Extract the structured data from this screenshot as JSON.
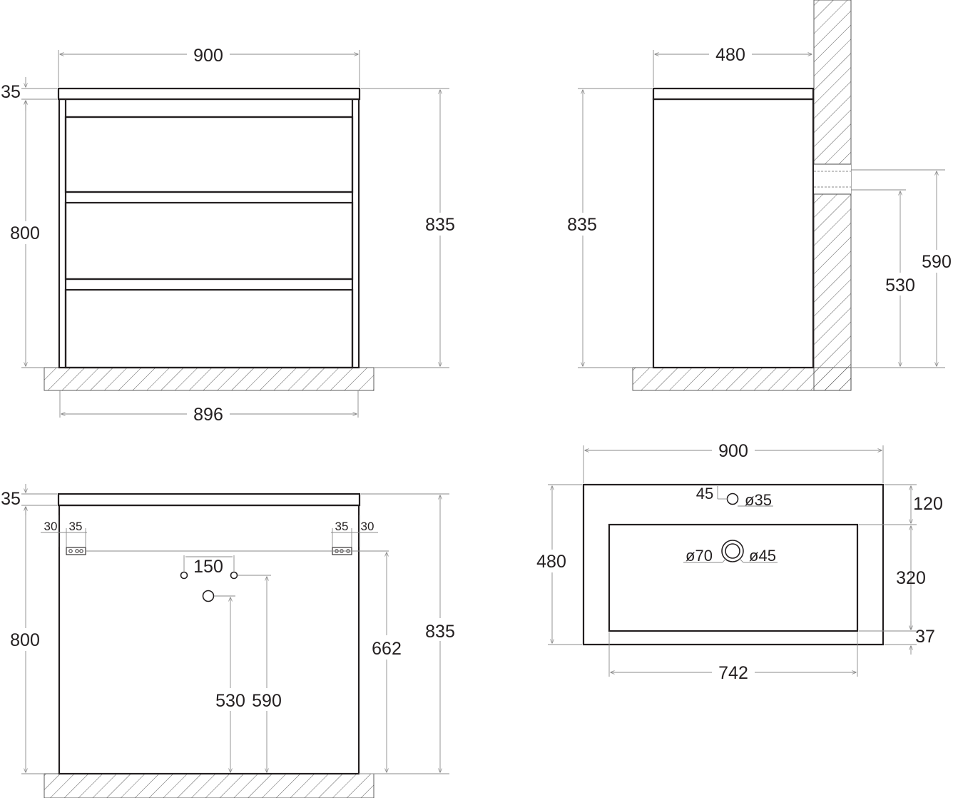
{
  "front_view": {
    "dims": {
      "top_width": "900",
      "top_thickness": "35",
      "body_height": "800",
      "total_height": "835",
      "bottom_width": "896"
    }
  },
  "side_view": {
    "dims": {
      "depth": "480",
      "total_height": "835",
      "pipe_low": "530",
      "pipe_high": "590"
    }
  },
  "back_view": {
    "dims": {
      "top_thickness": "35",
      "bracket_left_offset": "30",
      "bracket_left_width": "35",
      "bracket_right_width": "35",
      "bracket_right_offset": "30",
      "supply_spacing": "150",
      "body_height": "800",
      "bracket_height": "662",
      "total_height": "835",
      "drain_height": "530",
      "supply_height": "590"
    }
  },
  "top_view": {
    "dims": {
      "width": "900",
      "depth": "480",
      "tap_offset": "45",
      "tap_hole": "ø35",
      "drain_outer": "ø70",
      "drain_inner": "ø45",
      "front_rim": "120",
      "bowl_depth": "320",
      "back_rim": "37",
      "bowl_width": "742"
    }
  }
}
